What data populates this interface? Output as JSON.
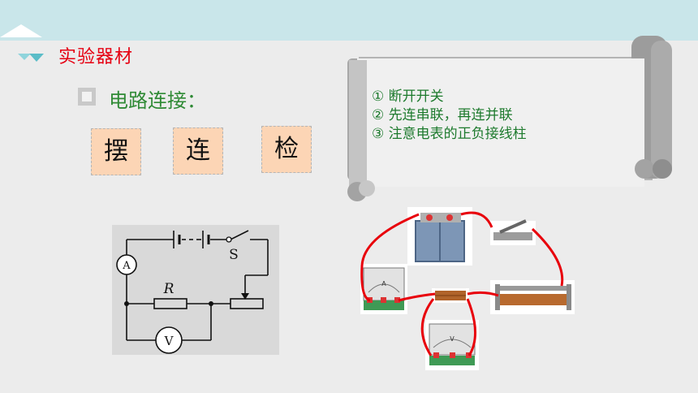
{
  "section": {
    "title": "实验器材"
  },
  "subheading": "电路连接：",
  "steps": [
    "摆",
    "连",
    "检"
  ],
  "notes": [
    "① 断开开关",
    "② 先连串联，再连并联",
    "③ 注意电表的正负接线柱"
  ],
  "diagram": {
    "ammeter": "A",
    "switch": "S",
    "resistor": "R",
    "voltmeter": "V"
  },
  "photo_labels": {
    "ammeter_dial": "A",
    "voltmeter_dial": "V"
  },
  "colors": {
    "title": "#e60012",
    "subheading": "#2f8a35",
    "notes": "#1d7a2d",
    "step_card": "#fcd5b5",
    "wire": "#e8000b",
    "band": "#c9e6ea"
  }
}
